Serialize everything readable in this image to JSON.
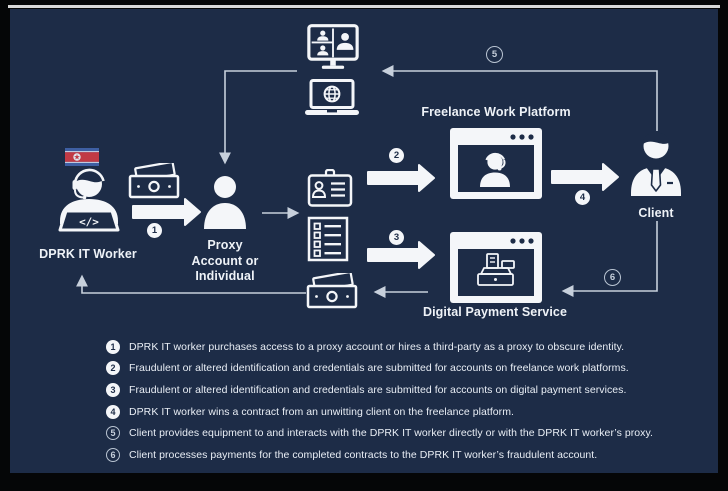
{
  "diagram": {
    "labels": {
      "dprk_worker": "DPRK IT Worker",
      "proxy_line1": "Proxy",
      "proxy_line2": "Account or",
      "proxy_line3": "Individual",
      "freelance_platform": "Freelance Work Platform",
      "digital_payment": "Digital Payment Service",
      "client": "Client"
    },
    "badges": {
      "b1": "1",
      "b2": "2",
      "b3": "3",
      "b4": "4",
      "b5": "5",
      "b6": "6"
    },
    "worker_laptop_glyph": "</>",
    "icons": [
      "north-korea-flag-icon",
      "dprk-it-worker-icon",
      "cash-icon",
      "proxy-person-icon",
      "video-call-monitor-icon",
      "laptop-globe-icon",
      "id-card-icon",
      "checklist-icon",
      "cash-received-icon",
      "freelance-platform-window-icon",
      "digital-payment-window-icon",
      "client-person-icon"
    ],
    "colors": {
      "background": "#1d2c47",
      "icon_white": "#f4f6f9",
      "connector_line": "#c7d0dc",
      "flag_blue": "#3e5fa3",
      "flag_red": "#c13a45"
    }
  },
  "legend": {
    "items": [
      {
        "num": "1",
        "style": "filled",
        "text": "DPRK IT worker purchases access to a proxy account or hires a third-party as a proxy to obscure identity."
      },
      {
        "num": "2",
        "style": "filled",
        "text": "Fraudulent or altered identification and credentials are submitted for accounts on freelance work platforms."
      },
      {
        "num": "3",
        "style": "filled",
        "text": "Fraudulent or altered identification and credentials are submitted for accounts on digital payment services."
      },
      {
        "num": "4",
        "style": "filled",
        "text": "DPRK IT worker wins a contract from an unwitting client on the freelance platform."
      },
      {
        "num": "5",
        "style": "outline",
        "text": "Client provides equipment to and interacts with the DPRK IT worker directly or with the DPRK IT worker’s proxy."
      },
      {
        "num": "6",
        "style": "outline",
        "text": "Client processes payments for the completed contracts to the DPRK IT worker’s fraudulent account."
      }
    ]
  }
}
